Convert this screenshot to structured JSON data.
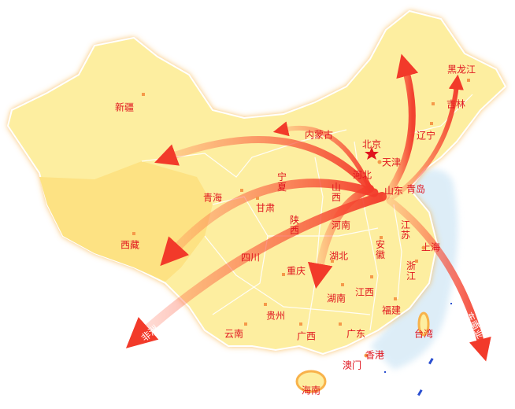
{
  "colors": {
    "land": "#fdeea0",
    "land_dark": "#fde283",
    "border_glow": "#f8b24a",
    "sea": "#cfe6f5",
    "arrow": "#f23a2a",
    "label": "#e0141e",
    "capital": "#e0141e"
  },
  "capital": {
    "name": "北京",
    "icon": "star-icon"
  },
  "provinces": {
    "xinjiang": "新疆",
    "xizang": "西藏",
    "qinghai": "青海",
    "gansu": "甘肃",
    "ningxia": "宁夏",
    "neimenggu": "内蒙古",
    "beijing": "北京",
    "tianjin": "天津",
    "hebei": "河北",
    "shanxi": "山西",
    "shaanxi": "陕西",
    "henan": "河南",
    "shandong": "山东",
    "qingdao": "青岛",
    "liaoning": "辽宁",
    "jilin": "吉林",
    "heilongjiang": "黑龙江",
    "jiangsu": "江苏",
    "shanghai": "上海",
    "anhui": "安徽",
    "hubei": "湖北",
    "zhejiang": "浙江",
    "sichuan": "四川",
    "chongqing": "重庆",
    "hunan": "湖南",
    "jiangxi": "江西",
    "fujian": "福建",
    "guizhou": "贵州",
    "yunnan": "云南",
    "guangxi": "广西",
    "guangdong": "广东",
    "xianggang": "香港",
    "aomen": "澳门",
    "taiwan": "台湾",
    "hainan": "海南"
  },
  "arrows": {
    "southeast_asia": "东南亚",
    "africa": "非洲"
  }
}
